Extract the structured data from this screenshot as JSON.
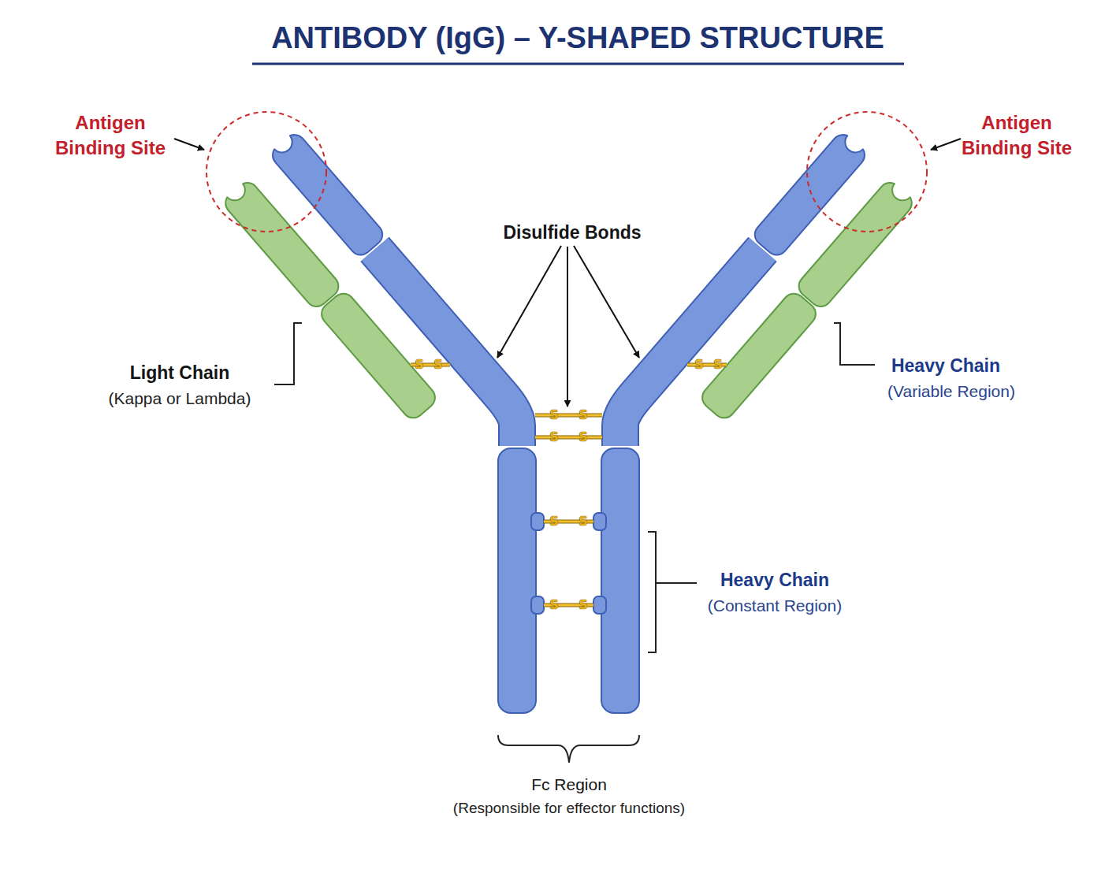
{
  "diagram": {
    "title": "ANTIBODY (IgG) – Y-SHAPED STRUCTURE",
    "labels": [
      "Antigen Binding Site",
      "Antigen Binding Site",
      "Disulfide Bonds",
      "Light Chain",
      "(Kappa or Lambda)",
      "Heavy Chain",
      "(Variable Region)",
      "Heavy Chain",
      "(Constant Region)",
      "Fc Region",
      "(Responsible for effector functions)",
      "S",
      "S",
      "S",
      "S",
      "S",
      "S",
      "S",
      "S",
      "S",
      "S",
      "S",
      "S"
    ]
  }
}
